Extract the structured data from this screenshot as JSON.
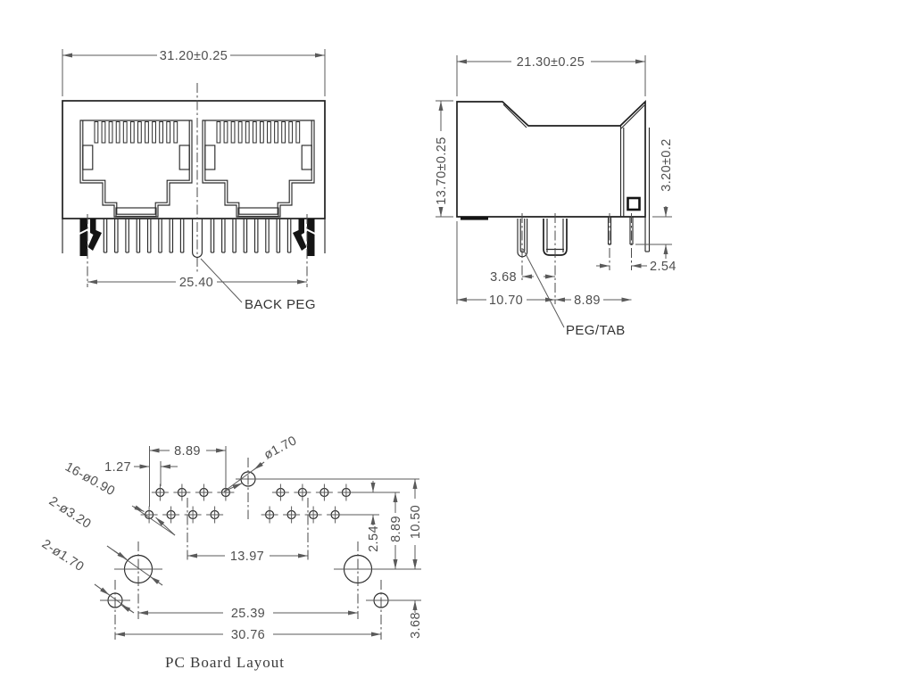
{
  "front": {
    "width": "31.20±0.25",
    "peg_span": "25.40",
    "back_peg_label": "BACK PEG"
  },
  "side": {
    "width": "21.30±0.25",
    "height": "13.70±0.25",
    "standoff": "3.20±0.2",
    "peg_to_tab": "3.68",
    "tab_offset": "10.70",
    "tab_to_pin": "8.89",
    "pin_pitch": "2.54",
    "peg_tab_label": "PEG/TAB"
  },
  "pcb": {
    "pin_row_span": "8.89",
    "row_stagger": "1.27",
    "signal_holes": "16-ø0.90",
    "back_peg_hole": "ø1.70",
    "mount_holes": "2-ø3.20",
    "tab_holes": "2-ø1.70",
    "port_pitch": "13.97",
    "row_pitch": "2.54",
    "row_to_mount": "8.89",
    "peg_to_mount": "10.50",
    "mount_to_tab": "3.68",
    "mount_span": "25.39",
    "tab_span": "30.76",
    "caption": "PC Board Layout"
  },
  "colors": {
    "object_line": "#1f1f1f",
    "dimension_line": "#5a5a5a",
    "text": "#4f4f4f",
    "background": "#ffffff"
  }
}
